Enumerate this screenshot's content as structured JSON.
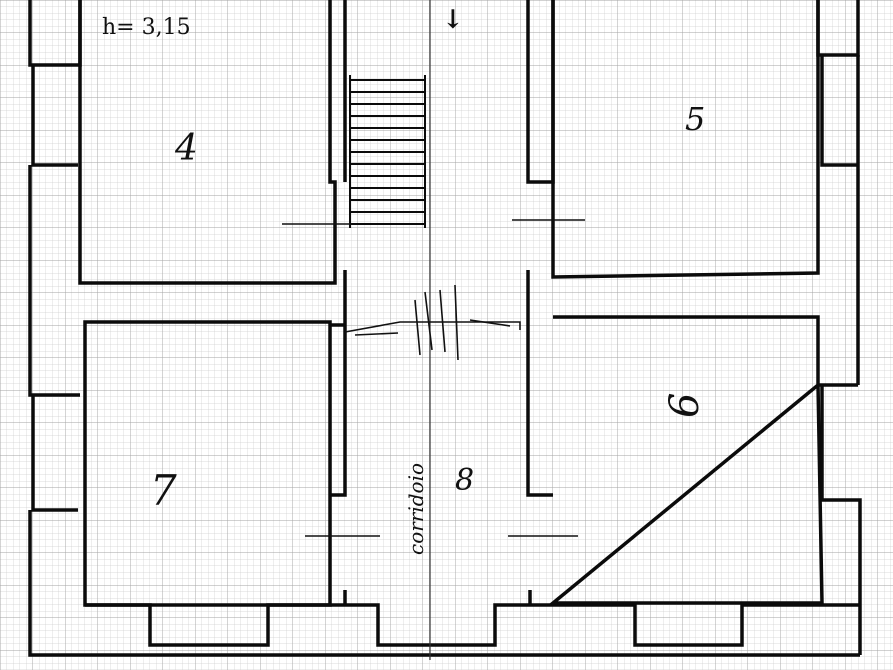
{
  "plan": {
    "height_note": "h= 3,15",
    "rooms": [
      {
        "id": "top-left",
        "label": "4"
      },
      {
        "id": "bottom-left",
        "label": "7"
      },
      {
        "id": "top-right",
        "label": "5"
      },
      {
        "id": "bottom-right",
        "label": "6"
      },
      {
        "id": "corridor",
        "label": "corridoio"
      },
      {
        "id": "corridor-number",
        "label": "8"
      }
    ],
    "arrow": "↓",
    "colors": {
      "paper": "#ffffff",
      "grid": "#c9c9c9",
      "grid_major": "#9a9a9a",
      "wall": "#0b0b0b",
      "ink": "#111111"
    }
  }
}
